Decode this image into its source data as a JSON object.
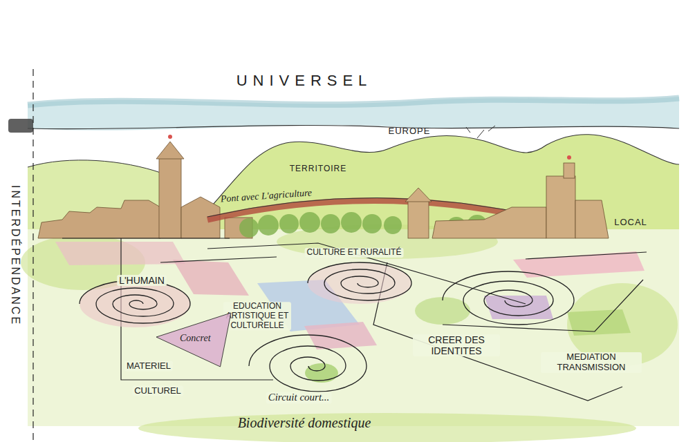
{
  "diagram": {
    "nodes": [
      {
        "text": [
          "Concret"
        ]
      }
    ],
    "labels": [
      "UNIVERSEL",
      "EUROPE",
      "TERRITOIRE",
      "Pont avec L'agriculture",
      "LOCAL",
      "INTERDÉPENDANCE",
      "CULTURE ET RURALITÉ",
      "L'HUMAIN",
      "EDUCATION ARTISTIQUE ET CULTURELLE",
      "CREER DES IDENTITES",
      "MATERIEL",
      "MEDIATION TRANSMISSION",
      "CULTUREL",
      "Circuit court...",
      "Biodiversité domestique"
    ]
  }
}
